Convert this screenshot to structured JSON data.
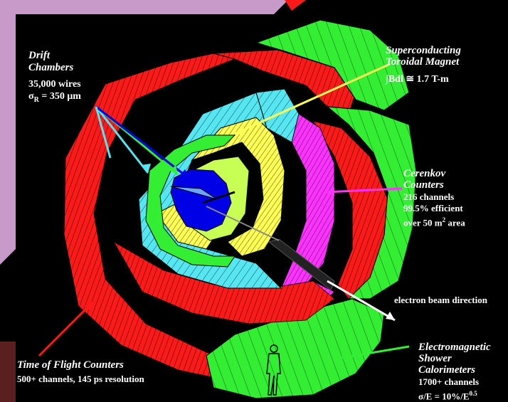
{
  "title": "CLAS-6",
  "labels": {
    "drift": {
      "name1": "Drift",
      "name2": "Chambers",
      "l1": "35,000 wires",
      "l2_sym": "σ",
      "l2_sub": "R",
      "l2_rest": " = 350 μm"
    },
    "magnet": {
      "name1": "Superconducting",
      "name2": "Toroidal Magnet",
      "l1": "∫Bdl ≅ 1.7 T-m"
    },
    "cerenkov": {
      "name1": "Cerenkov",
      "name2": "Counters",
      "l1": "216 channels",
      "l2": "99.5% efficient",
      "l3a": "over 50 m",
      "l3sup": "2",
      "l3b": " area"
    },
    "beam": {
      "text": "electron beam direction"
    },
    "tof": {
      "name": "Time of Flight Counters",
      "l1": "500+ channels, 145 ps resolution"
    },
    "ec": {
      "name1": "Electromagnetic",
      "name2": "Shower",
      "name3": "Calorimeters",
      "l1": "1700+ channels",
      "l2": "σ/E = 10%/E",
      "l2sup": "0.5"
    }
  },
  "colors": {
    "background": "#000000",
    "slide_bg": "#c79ac9",
    "accent_bar": "#5a1f1f",
    "tof": "#ff1a1a",
    "drift": "#55e6f2",
    "magnet": "#ffff55",
    "cerenkov": "#ff33ff",
    "calorimeter": "#33ee33",
    "target": "#0000e6"
  }
}
